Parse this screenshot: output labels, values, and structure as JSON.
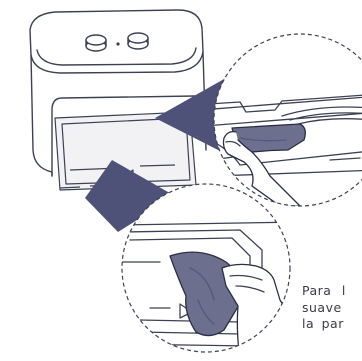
{
  "caption": {
    "line1": "Para l",
    "line2": "suave",
    "line3": "la par"
  },
  "colors": {
    "ink": "#2b2f43",
    "line": "#3d4154",
    "highlight": "#4f5278",
    "cloth": "#6c6f8e",
    "cloth_dark": "#55587a",
    "glove": "#ffffff",
    "bg": "#ffffff"
  }
}
